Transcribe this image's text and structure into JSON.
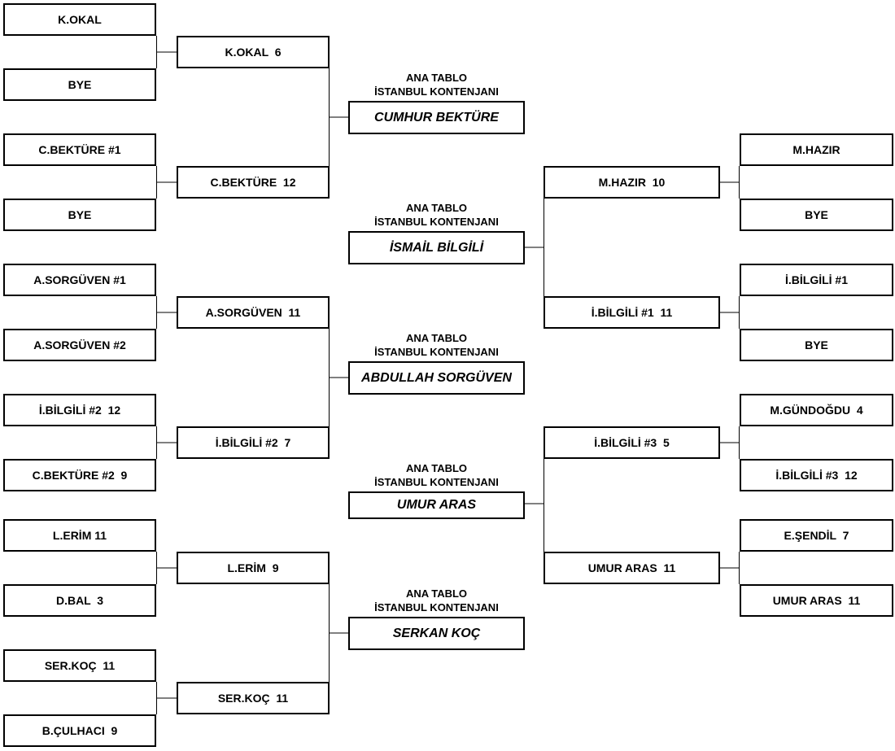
{
  "left": {
    "round1": [
      "K.OKAL",
      "BYE",
      "C.BEKTÜRE #1",
      "BYE",
      "A.SORGÜVEN #1",
      "A.SORGÜVEN #2",
      "İ.BİLGİLİ #2  12",
      "C.BEKTÜRE #2  9",
      "L.ERİM 11",
      "D.BAL  3",
      "SER.KOÇ  11",
      "B.ÇULHACI  9"
    ],
    "round2": [
      "K.OKAL  6",
      "C.BEKTÜRE  12",
      "A.SORGÜVEN  11",
      "İ.BİLGİLİ #2  7",
      "L.ERİM  9",
      "SER.KOÇ  11"
    ]
  },
  "right": {
    "round1": [
      "M.HAZIR",
      "BYE",
      "İ.BİLGİLİ #1",
      "BYE",
      "M.GÜNDOĞDU  4",
      "İ.BİLGİLİ #3  12",
      "E.ŞENDİL  7",
      "UMUR ARAS  11"
    ],
    "round2": [
      "M.HAZIR  10",
      "İ.BİLGİLİ #1  11",
      "İ.BİLGİLİ #3  5",
      "UMUR ARAS  11"
    ]
  },
  "qualifiers": [
    {
      "line1": "ANA TABLO",
      "line2": "İSTANBUL KONTENJANI",
      "name": "CUMHUR BEKTÜRE"
    },
    {
      "line1": "ANA TABLO",
      "line2": "İSTANBUL KONTENJANI",
      "name": "İSMAİL BİLGİLİ"
    },
    {
      "line1": "ANA TABLO",
      "line2": "İSTANBUL KONTENJANI",
      "name": "ABDULLAH SORGÜVEN"
    },
    {
      "line1": "ANA TABLO",
      "line2": "İSTANBUL KONTENJANI",
      "name": "UMUR ARAS"
    },
    {
      "line1": "ANA TABLO",
      "line2": "İSTANBUL KONTENJANI",
      "name": "SERKAN KOÇ"
    }
  ]
}
